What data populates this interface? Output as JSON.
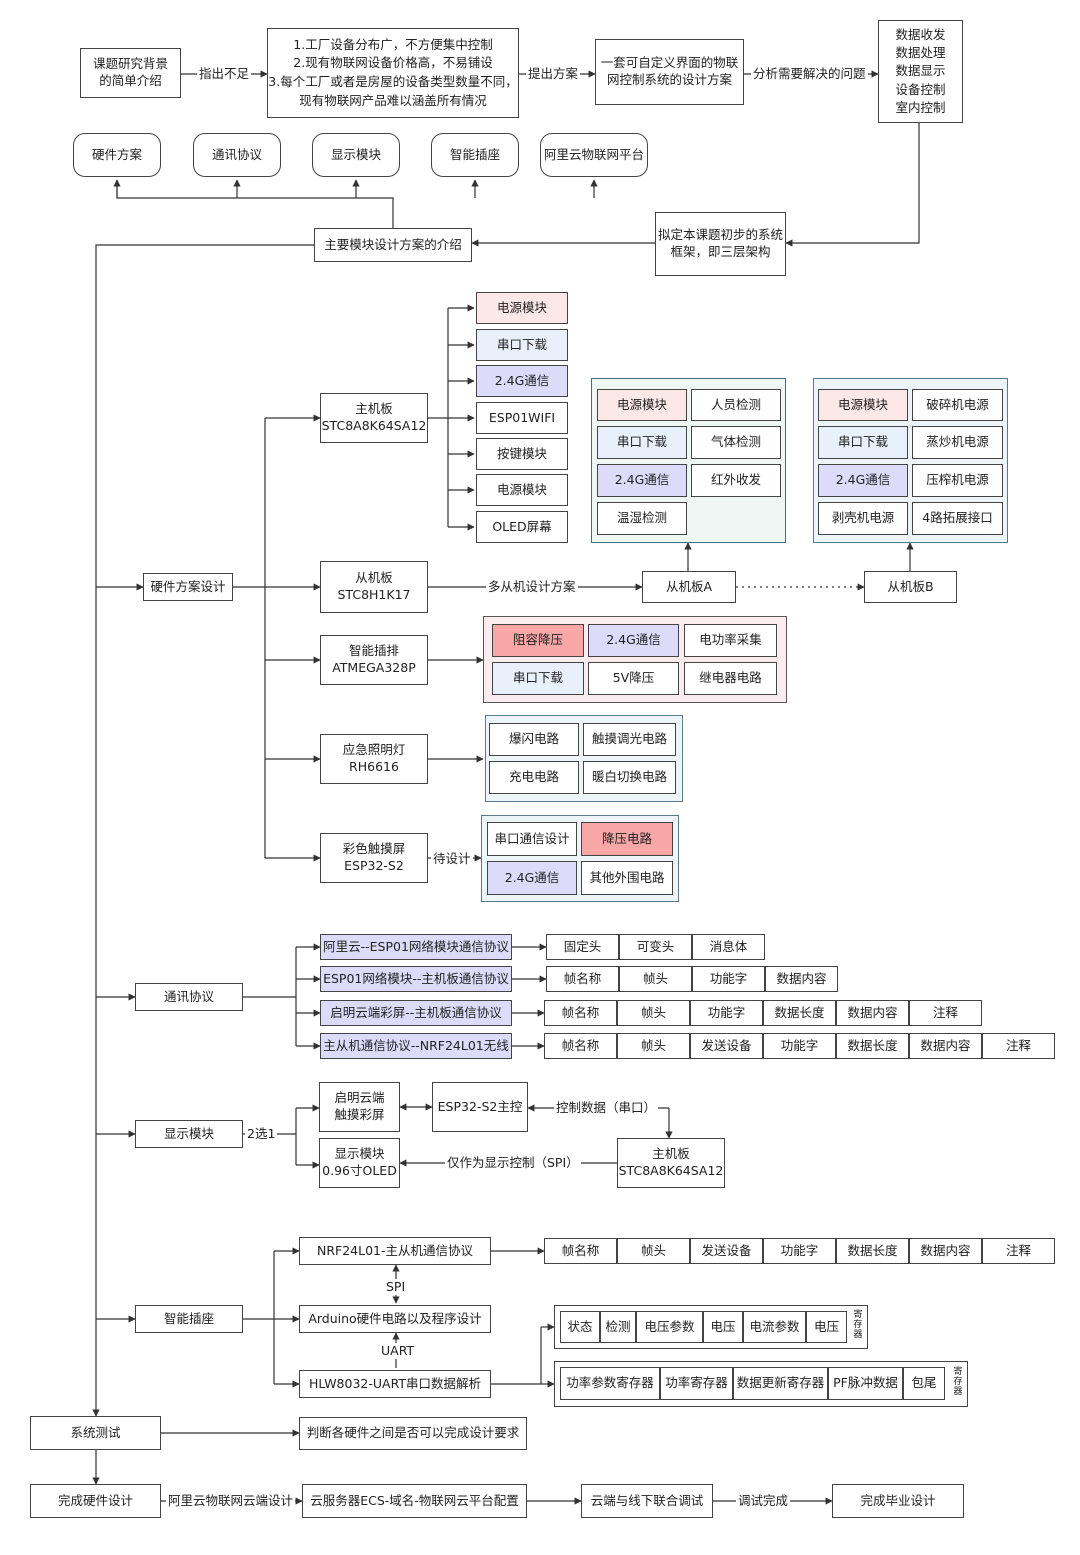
{
  "top": {
    "intro": "课题研究背景\n的简单介绍",
    "insufficient": "指出不足",
    "problems": "1.工厂设备分布广，不方便集中控制\n2.现有物联网设备价格高，不易铺设\n3.每个工厂或者是房屋的设备类型数量不同，\n现有物联网产品难以涵盖所有情况",
    "propose": "提出方案",
    "solution": "一套可自定义界面的物联\n网控制系统的设计方案",
    "analyze": "分析需要解决的问题",
    "needs": "数据收发\n数据处理\n数据显示\n设备控制\n室内控制",
    "framework": "拟定本课题初步的系统\n框架，即三层架构",
    "main_design": "主要模块设计方案的介绍",
    "modules": [
      "硬件方案",
      "通讯协议",
      "显示模块",
      "智能插座",
      "阿里云物联网平台"
    ]
  },
  "hardware": {
    "title": "硬件方案设计",
    "master": "主机板\nSTC8A8K64SA12",
    "master_parts": [
      "电源模块",
      "串口下载",
      "2.4G通信",
      "ESP01WIFI",
      "按键模块",
      "电源模块",
      "OLED屏幕"
    ],
    "slave": "从机板\nSTC8H1K17",
    "multi_slave": "多从机设计方案",
    "slave_a": "从机板A",
    "slave_b": "从机板B",
    "slave_a_parts": [
      "电源模块",
      "人员检测",
      "串口下载",
      "气体检测",
      "2.4G通信",
      "红外收发",
      "温湿检测"
    ],
    "slave_b_parts": [
      "电源模块",
      "破碎机电源",
      "串口下载",
      "蒸炒机电源",
      "2.4G通信",
      "压榨机电源",
      "剥壳机电源",
      "4路拓展接口"
    ],
    "plug": "智能插排\nATMEGA328P",
    "plug_parts": [
      "阻容降压",
      "2.4G通信",
      "电功率采集",
      "串口下载",
      "5V降压",
      "继电器电路"
    ],
    "lamp": "应急照明灯\nRH6616",
    "lamp_parts": [
      "爆闪电路",
      "触摸调光电路",
      "充电电路",
      "暖白切换电路"
    ],
    "touch": "彩色触摸屏\nESP32-S2",
    "pending": "待设计",
    "touch_parts": [
      "串口通信设计",
      "降压电路",
      "2.4G通信",
      "其他外围电路"
    ]
  },
  "protocol": {
    "title": "通讯协议",
    "items": [
      {
        "name": "阿里云--ESP01网络模块通信协议",
        "fields": [
          "固定头",
          "可变头",
          "消息体"
        ]
      },
      {
        "name": "ESP01网络模块--主机板通信协议",
        "fields": [
          "帧名称",
          "帧头",
          "功能字",
          "数据内容"
        ]
      },
      {
        "name": "启明云端彩屏--主机板通信协议",
        "fields": [
          "帧名称",
          "帧头",
          "功能字",
          "数据长度",
          "数据内容",
          "注释"
        ]
      },
      {
        "name": "主从机通信协议--NRF24L01无线",
        "fields": [
          "帧名称",
          "帧头",
          "发送设备",
          "功能字",
          "数据长度",
          "数据内容",
          "注释"
        ]
      }
    ]
  },
  "display": {
    "title": "显示模块",
    "choose": "2选1",
    "screen": "启明云端\n触摸彩屏",
    "esp32": "ESP32-S2主控",
    "ctrl_data": "控制数据（串口）",
    "oled": "显示模块\n0.96寸OLED",
    "spi_only": "仅作为显示控制（SPI）",
    "master": "主机板\nSTC8A8K64SA12"
  },
  "socket": {
    "title": "智能插座",
    "nrf": "NRF24L01-主从机通信协议",
    "nrf_fields": [
      "帧名称",
      "帧头",
      "发送设备",
      "功能字",
      "数据长度",
      "数据内容",
      "注释"
    ],
    "spi": "SPI",
    "arduino": "Arduino硬件电路以及程序设计",
    "uart": "UART",
    "hlw": "HLW8032-UART串口数据解析",
    "reg1": [
      "状态",
      "检测",
      "电压参数",
      "电压",
      "电流参数",
      "电压"
    ],
    "reg2": [
      "功率参数寄存器",
      "功率寄存器",
      "数据更新寄存器",
      "PF脉冲数据",
      "包尾"
    ],
    "reg_label": "寄\n存\n器"
  },
  "testing": {
    "title": "系统测试",
    "judge": "判断各硬件之间是否可以完成设计要求"
  },
  "final": {
    "done_hw": "完成硬件设计",
    "aliyun_design": "阿里云物联网云端设计",
    "server": "云服务器ECS-域名-物联网云平台配置",
    "joint": "云端与线下联合调试",
    "debug_done": "调试完成",
    "graduate": "完成毕业设计"
  }
}
